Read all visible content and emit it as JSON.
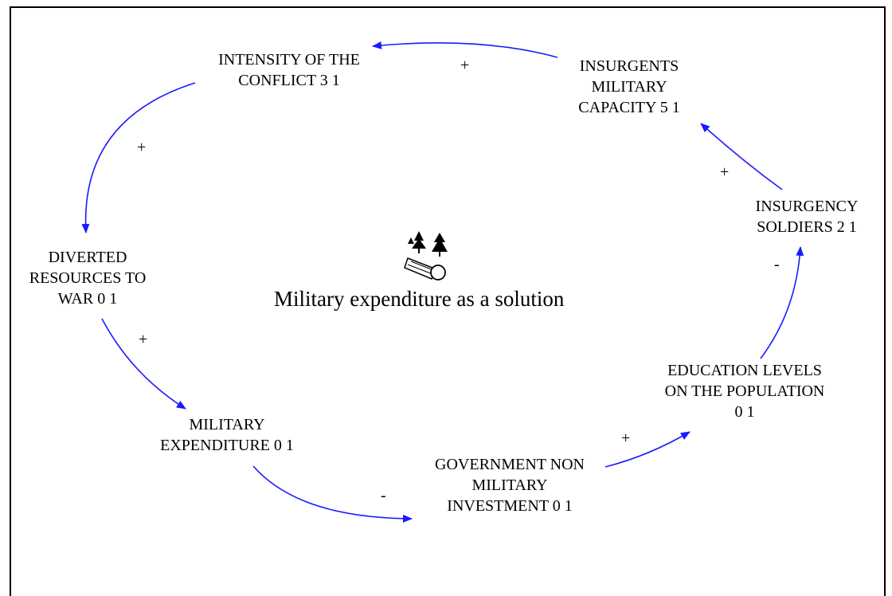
{
  "diagram": {
    "title": "Military expenditure as a solution",
    "title_icon": "loop-icon-with-trees",
    "arrow_color": "#1a1aff",
    "nodes": {
      "intensity": "INTENSITY OF THE\nCONFLICT 3 1",
      "insurgents_capacity": "INSURGENTS\nMILITARY\nCAPACITY 5 1",
      "insurgency_soldiers": "INSURGENCY\nSOLDIERS 2 1",
      "education": "EDUCATION LEVELS\nON THE POPULATION\n0 1",
      "gov_investment": "GOVERNMENT NON\nMILITARY\nINVESTMENT 0 1",
      "military_expenditure": "MILITARY\nEXPENDITURE 0 1",
      "diverted_resources": "DIVERTED\nRESOURCES TO\nWAR 0 1"
    },
    "links": [
      {
        "from": "insurgents_capacity",
        "to": "intensity",
        "polarity": "+"
      },
      {
        "from": "intensity",
        "to": "diverted_resources",
        "polarity": "+"
      },
      {
        "from": "diverted_resources",
        "to": "military_expenditure",
        "polarity": "+"
      },
      {
        "from": "military_expenditure",
        "to": "gov_investment",
        "polarity": "-"
      },
      {
        "from": "gov_investment",
        "to": "education",
        "polarity": "+"
      },
      {
        "from": "education",
        "to": "insurgency_soldiers",
        "polarity": "-"
      },
      {
        "from": "insurgency_soldiers",
        "to": "insurgents_capacity",
        "polarity": "+"
      }
    ]
  }
}
